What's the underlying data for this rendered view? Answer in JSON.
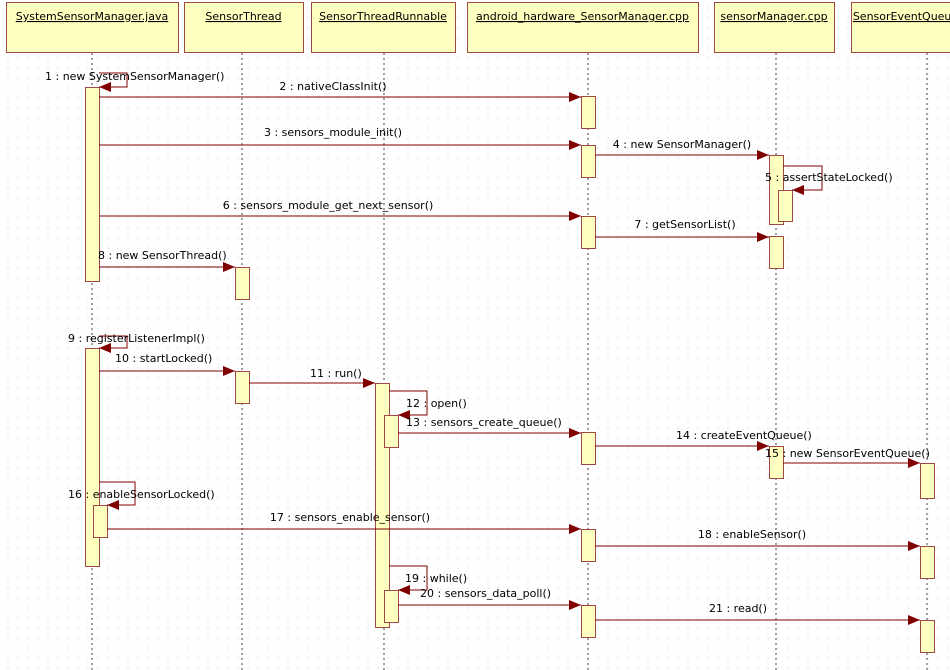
{
  "colors": {
    "box_fill": "#ffffc0",
    "box_border": "#a04848",
    "arrow": "#800000",
    "lifeline": "#404040"
  },
  "lifelines": [
    {
      "label": "SystemSensorManager.java"
    },
    {
      "label": "SensorThread"
    },
    {
      "label": "SensorThreadRunnable"
    },
    {
      "label": "android_hardware_SensorManager.cpp"
    },
    {
      "label": "sensorManager.cpp"
    },
    {
      "label": "SensorEventQueue"
    }
  ],
  "messages": [
    {
      "label": "1 : new SystemSensorManager()"
    },
    {
      "label": "2 : nativeClassInit()"
    },
    {
      "label": "3 : sensors_module_init()"
    },
    {
      "label": "4 : new SensorManager()"
    },
    {
      "label": "5 : assertStateLocked()"
    },
    {
      "label": "6 : sensors_module_get_next_sensor()"
    },
    {
      "label": "7 : getSensorList()"
    },
    {
      "label": "8 : new SensorThread()"
    },
    {
      "label": "9 : registerListenerImpl()"
    },
    {
      "label": "10 : startLocked()"
    },
    {
      "label": "11 : run()"
    },
    {
      "label": "12 : open()"
    },
    {
      "label": "13 : sensors_create_queue()"
    },
    {
      "label": "14 : createEventQueue()"
    },
    {
      "label": "15 : new SensorEventQueue()"
    },
    {
      "label": "16 : enableSensorLocked()"
    },
    {
      "label": "17 : sensors_enable_sensor()"
    },
    {
      "label": "18 : enableSensor()"
    },
    {
      "label": "19 : while()"
    },
    {
      "label": "20 : sensors_data_poll()"
    },
    {
      "label": "21 : read()"
    }
  ]
}
